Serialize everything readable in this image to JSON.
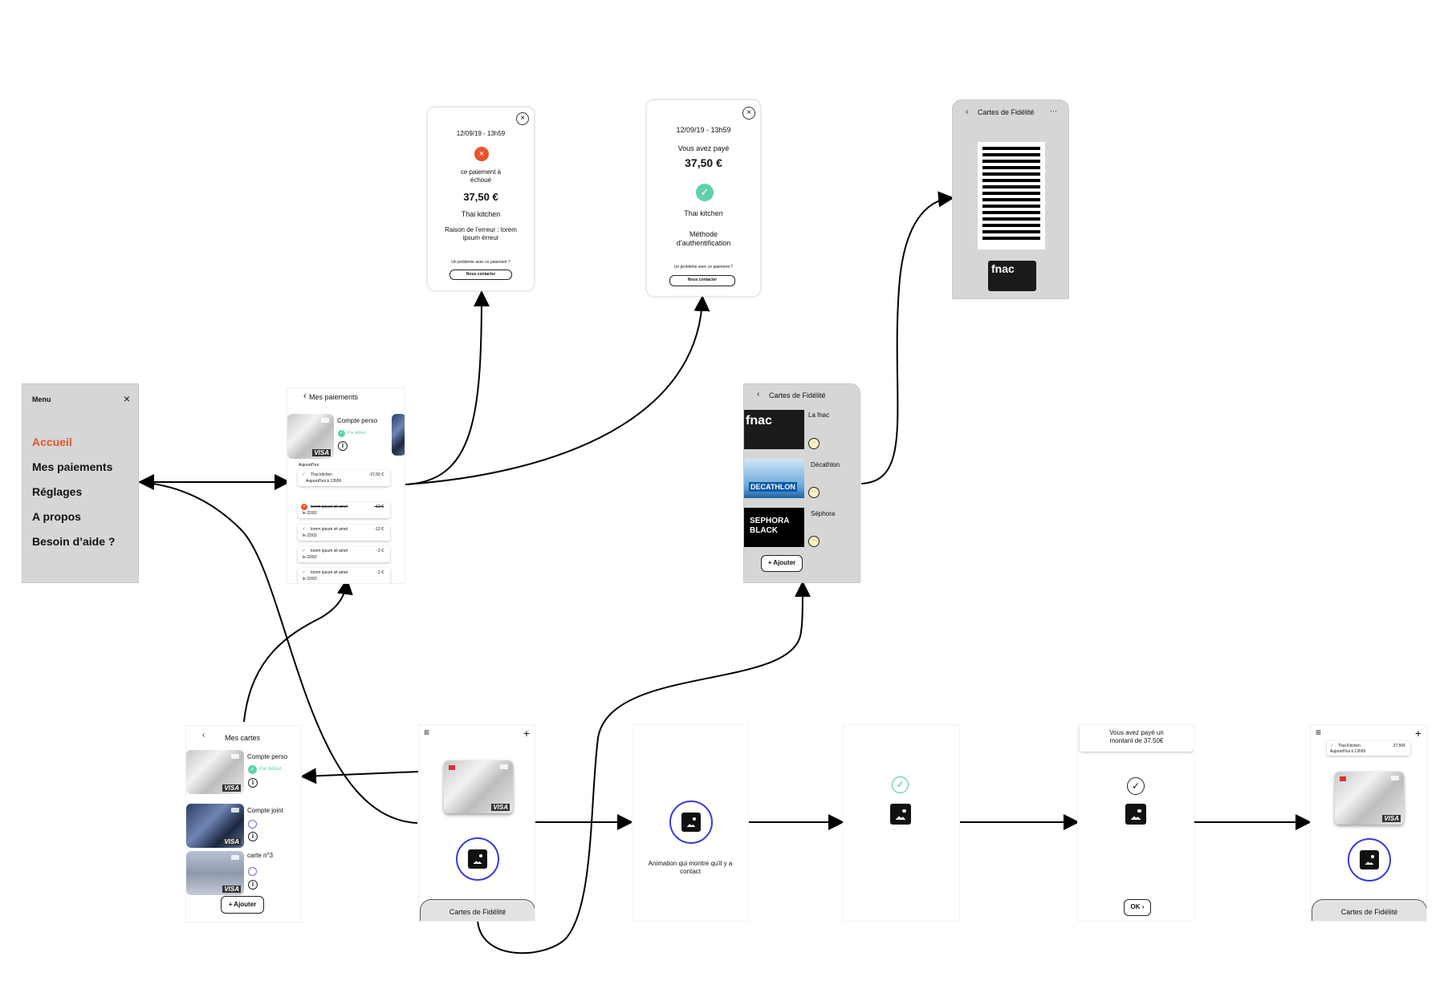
{
  "menu": {
    "title": "Menu",
    "close": "×",
    "items": [
      "Accueil",
      "Mes paiements",
      "Réglages",
      "A propos",
      "Besoin d’aide ?"
    ],
    "active_color": "#e8542a"
  },
  "mes_paiements": {
    "title": "Mes paiements",
    "back": "‹",
    "card_name": "Compte perso",
    "card_default": "Par défaut",
    "info": "i",
    "today": "Aujourd'hui",
    "rows": [
      {
        "label": "Thai kitchen",
        "amount": "-37,50 €",
        "sub": "Aujourd'hui à 12h56",
        "status": "ok"
      },
      {
        "label": "lorem ipsum sit amet",
        "amount": "-12 €",
        "sub": "le 22/02",
        "status": "fail"
      },
      {
        "label": "lorem ipsum sit amet",
        "amount": "-12 €",
        "sub": "le 22/02",
        "status": "ok"
      },
      {
        "label": "lorem ipsum sit amet",
        "amount": "-2 €",
        "sub": "le 22/02",
        "status": "ok"
      },
      {
        "label": "lorem ipsum sit amet",
        "amount": "-2 €",
        "sub": "le 22/02",
        "status": "ok"
      }
    ]
  },
  "failed_payment": {
    "date": "12/09/19 - 13h59",
    "message": "ce paiement à échoué",
    "amount": "37,50 €",
    "merchant": "Thai kitchen",
    "reason": "Raison de l’erreur : lorem ipsum érreur",
    "problem": "Un problème avec ce paiement ?",
    "contact": "Nous contacter"
  },
  "success_payment": {
    "date": "12/09/19 - 13h59",
    "message": "Vous avez payé",
    "amount": "37,50 €",
    "merchant": "Thai kitchen",
    "method": "Méthode d’authentification",
    "problem": "Un problème avec ce paiement ?",
    "contact": "Nous contacter"
  },
  "fidelite_detail": {
    "title": "Cartes de Fidélité",
    "back": "‹",
    "more": "···",
    "brand": "fnac"
  },
  "fidelite_list": {
    "title": "Cartes de Fidélité",
    "back": "‹",
    "items": [
      {
        "name": "La fnac",
        "logo": "fnac"
      },
      {
        "name": "Décathlon",
        "logo": "DECATHLON"
      },
      {
        "name": "Séphora",
        "logo": "SEPHORA BLACK"
      }
    ],
    "dots": "···",
    "add": "+ Ajouter"
  },
  "mes_cartes": {
    "title": "Mes cartes",
    "back": "‹",
    "cards": [
      {
        "name": "Compte perso",
        "sub": "Par défaut"
      },
      {
        "name": "Compte joint",
        "sub": ""
      },
      {
        "name": "carte n°3",
        "sub": ""
      }
    ],
    "add": "+ Ajouter"
  },
  "home": {
    "menu_icon": "≡",
    "plus": "+",
    "tab": "Cartes de Fidélité"
  },
  "contact": {
    "text": "Animation qui montre qu'il y a contact"
  },
  "paid_confirm": {
    "message": "Vous avez payé un montant de 37.50€",
    "ok": "OK ›"
  },
  "home_after": {
    "menu_icon": "≡",
    "plus": "+",
    "notif_label": "Thai Kitchen",
    "notif_amount": "37,50€",
    "notif_sub": "Aujourd'hui à 13h59",
    "tab": "Cartes de Fidélité"
  },
  "colors": {
    "accent_orange": "#e8542a",
    "success_green": "#5fd0ad",
    "ring_blue": "#3a3ad8",
    "panel_grey": "#d6d6d6"
  }
}
